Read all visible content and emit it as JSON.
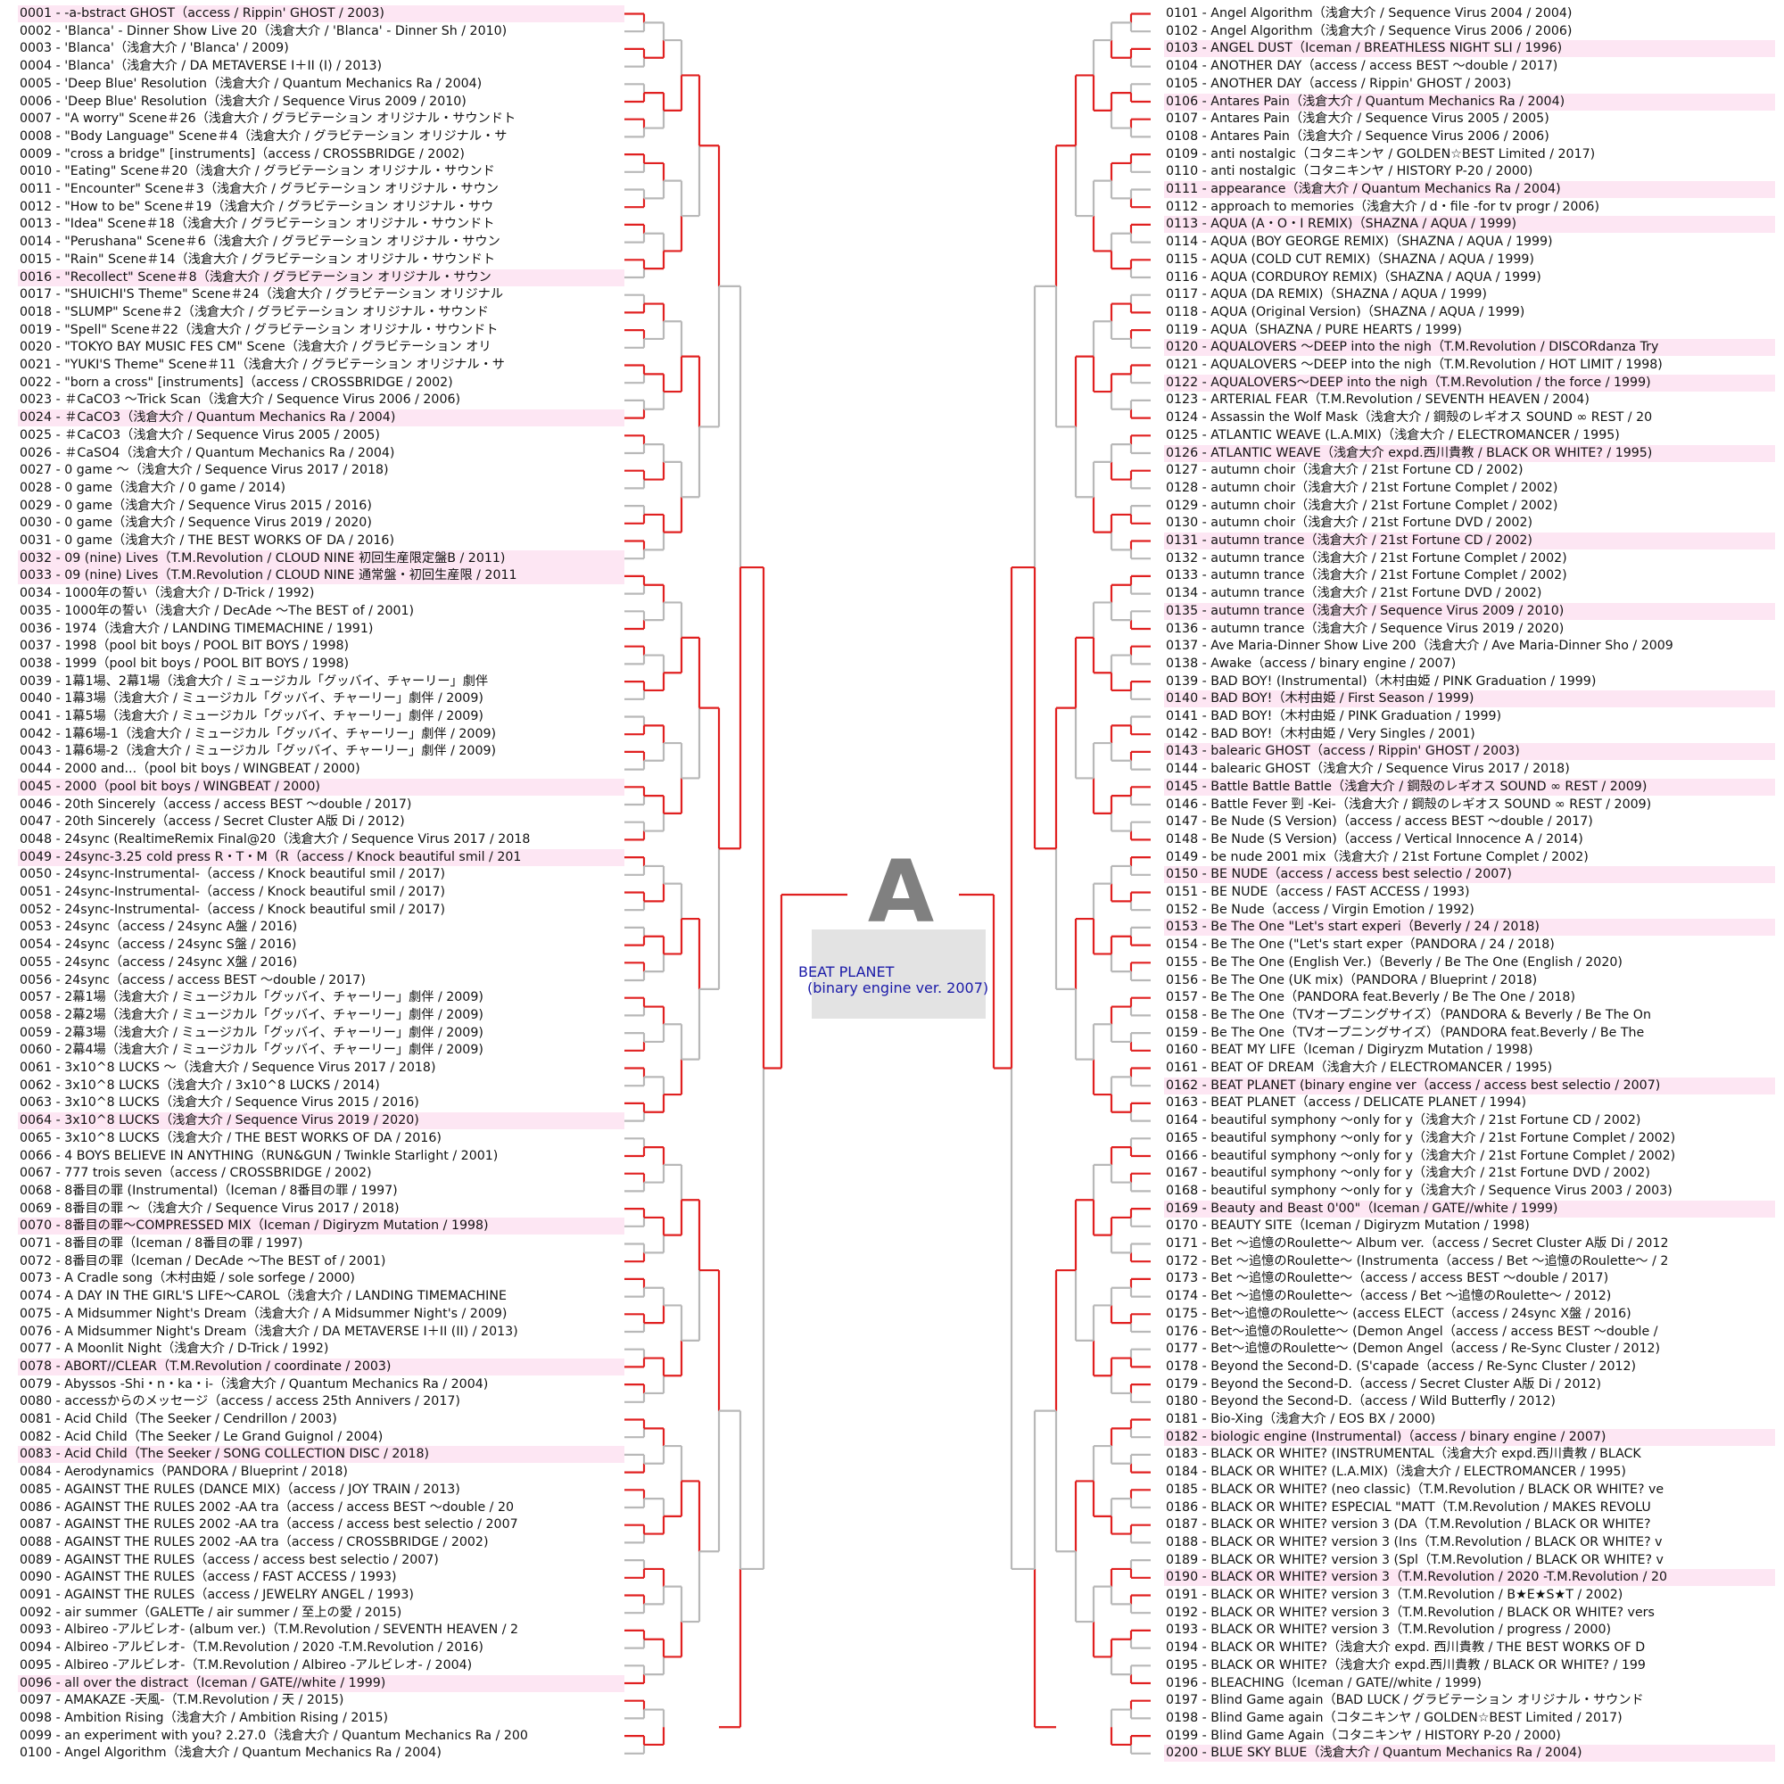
{
  "bracket_letter": "A",
  "champion": {
    "title": "BEAT PLANET",
    "subtitle": "(binary engine ver. 2007)"
  },
  "colors": {
    "winner_line": "#e02020",
    "loser_line": "#b8b8b8",
    "winner_highlight": "#fde6f3",
    "champion_text": "#1a1aa8"
  },
  "left_entries": [
    "0001 - -a-bstract GHOST（access / Rippin' GHOST / 2003)",
    "0002 - 'Blanca' - Dinner Show Live 20（浅倉大介 / 'Blanca' - Dinner Sh / 2010)",
    "0003 - 'Blanca'（浅倉大介 / 'Blanca' / 2009)",
    "0004 - 'Blanca'（浅倉大介 / DA METAVERSE I＋II (I) / 2013)",
    "0005 - 'Deep Blue' Resolution（浅倉大介 / Quantum Mechanics Ra / 2004)",
    "0006 - 'Deep Blue' Resolution（浅倉大介 / Sequence Virus 2009 / 2010)",
    "0007 - \"A worry\" Scene＃26（浅倉大介 / グラビテーション オリジナル・サウンドト",
    "0008 - \"Body Language\" Scene＃4（浅倉大介 / グラビテーション オリジナル・サ",
    "0009 - \"cross a bridge\" [instruments]（access / CROSSBRIDGE / 2002)",
    "0010 - \"Eating\" Scene＃20（浅倉大介 / グラビテーション オリジナル・サウンド",
    "0011 - \"Encounter\" Scene＃3（浅倉大介 / グラビテーション オリジナル・サウン",
    "0012 - \"How to be\" Scene＃19（浅倉大介 / グラビテーション オリジナル・サウ",
    "0013 - \"Idea\" Scene＃18（浅倉大介 / グラビテーション オリジナル・サウンドト",
    "0014 - \"Perushana\" Scene＃6（浅倉大介 / グラビテーション オリジナル・サウン",
    "0015 - \"Rain\" Scene＃14（浅倉大介 / グラビテーション オリジナル・サウンドト",
    "0016 - \"Recollect\" Scene＃8（浅倉大介 / グラビテーション オリジナル・サウン",
    "0017 - \"SHUICHI'S Theme\" Scene＃24（浅倉大介 / グラビテーション オリジナル",
    "0018 - \"SLUMP\" Scene＃2（浅倉大介 / グラビテーション オリジナル・サウンド",
    "0019 - \"Spell\" Scene＃22（浅倉大介 / グラビテーション オリジナル・サウンドト",
    "0020 - \"TOKYO BAY MUSIC FES CM\" Scene（浅倉大介 / グラビテーション オリ",
    "0021 - \"YUKI'S Theme\" Scene＃11（浅倉大介 / グラビテーション オリジナル・サ",
    "0022 - \"born a cross\" [instruments]（access / CROSSBRIDGE / 2002)",
    "0023 - ＃CaCO3 〜Trick Scan（浅倉大介 / Sequence Virus 2006 / 2006)",
    "0024 - ＃CaCO3（浅倉大介 / Quantum Mechanics Ra / 2004)",
    "0025 - ＃CaCO3（浅倉大介 / Sequence Virus 2005 / 2005)",
    "0026 - ＃CaSO4（浅倉大介 / Quantum Mechanics Ra / 2004)",
    "0027 - 0 game 〜（浅倉大介 / Sequence Virus 2017 / 2018)",
    "0028 - 0 game（浅倉大介 / 0 game / 2014)",
    "0029 - 0 game（浅倉大介 / Sequence Virus 2015 / 2016)",
    "0030 - 0 game（浅倉大介 / Sequence Virus 2019 / 2020)",
    "0031 - 0 game（浅倉大介 / THE BEST WORKS OF DA / 2016)",
    "0032 - 09 (nine) Lives（T.M.Revolution / CLOUD NINE 初回生産限定盤B / 2011)",
    "0033 - 09 (nine) Lives（T.M.Revolution / CLOUD NINE 通常盤・初回生産限 / 2011",
    "0034 - 1000年の誓い（浅倉大介 / D-Trick / 1992)",
    "0035 - 1000年の誓い（浅倉大介 / DecAde 〜The BEST of / 2001)",
    "0036 - 1974（浅倉大介 / LANDING TIMEMACHINE / 1991)",
    "0037 - 1998（pool bit boys / POOL BIT BOYS / 1998)",
    "0038 - 1999（pool bit boys / POOL BIT BOYS / 1998)",
    "0039 - 1幕1場、2幕1場（浅倉大介 / ミュージカル「グッバイ、チャーリー」劇伴",
    "0040 - 1幕3場（浅倉大介 / ミュージカル「グッバイ、チャーリー」劇伴 / 2009)",
    "0041 - 1幕5場（浅倉大介 / ミュージカル「グッバイ、チャーリー」劇伴 / 2009)",
    "0042 - 1幕6場-1（浅倉大介 / ミュージカル「グッバイ、チャーリー」劇伴 / 2009)",
    "0043 - 1幕6場-2（浅倉大介 / ミュージカル「グッバイ、チャーリー」劇伴 / 2009)",
    "0044 - 2000 and...（pool bit boys / WINGBEAT / 2000)",
    "0045 - 2000（pool bit boys / WINGBEAT / 2000)",
    "0046 - 20th Sincerely（access / access BEST 〜double / 2017)",
    "0047 - 20th Sincerely（access / Secret Cluster A版 Di / 2012)",
    "0048 - 24sync (RealtimeRemix Final@20（浅倉大介 / Sequence Virus 2017 / 2018",
    "0049 - 24sync-3.25 cold press R・T・M（R（access / Knock beautiful smil / 201",
    "0050 - 24sync-Instrumental-（access / Knock beautiful smil / 2017)",
    "0051 - 24sync-Instrumental-（access / Knock beautiful smil / 2017)",
    "0052 - 24sync-Instrumental-（access / Knock beautiful smil / 2017)",
    "0053 - 24sync（access / 24sync A盤 / 2016)",
    "0054 - 24sync（access / 24sync S盤 / 2016)",
    "0055 - 24sync（access / 24sync X盤 / 2016)",
    "0056 - 24sync（access / access BEST 〜double / 2017)",
    "0057 - 2幕1場（浅倉大介 / ミュージカル「グッバイ、チャーリー」劇伴 / 2009)",
    "0058 - 2幕2場（浅倉大介 / ミュージカル「グッバイ、チャーリー」劇伴 / 2009)",
    "0059 - 2幕3場（浅倉大介 / ミュージカル「グッバイ、チャーリー」劇伴 / 2009)",
    "0060 - 2幕4場（浅倉大介 / ミュージカル「グッバイ、チャーリー」劇伴 / 2009)",
    "0061 - 3x10^8 LUCKS 〜（浅倉大介 / Sequence Virus 2017 / 2018)",
    "0062 - 3x10^8 LUCKS（浅倉大介 / 3x10^8 LUCKS / 2014)",
    "0063 - 3x10^8 LUCKS（浅倉大介 / Sequence Virus 2015 / 2016)",
    "0064 - 3x10^8 LUCKS（浅倉大介 / Sequence Virus 2019 / 2020)",
    "0065 - 3x10^8 LUCKS（浅倉大介 / THE BEST WORKS OF DA / 2016)",
    "0066 - 4 BOYS BELIEVE IN ANYTHING（RUN&GUN / Twinkle Starlight / 2001)",
    "0067 - 777 trois seven（access / CROSSBRIDGE / 2002)",
    "0068 - 8番目の罪 (Instrumental)（Iceman / 8番目の罪 / 1997)",
    "0069 - 8番目の罪 〜（浅倉大介 / Sequence Virus 2017 / 2018)",
    "0070 - 8番目の罪〜COMPRESSED MIX（Iceman / Digiryzm Mutation / 1998)",
    "0071 - 8番目の罪（Iceman / 8番目の罪 / 1997)",
    "0072 - 8番目の罪（Iceman / DecAde 〜The BEST of / 2001)",
    "0073 - A Cradle song（木村由姫 / sole sorfege / 2000)",
    "0074 - A DAY IN THE GIRL'S LIFE〜CAROL（浅倉大介 / LANDING TIMEMACHINE",
    "0075 - A Midsummer Night's Dream（浅倉大介 / A Midsummer Night's / 2009)",
    "0076 - A Midsummer Night's Dream（浅倉大介 / DA METAVERSE I＋II (II) / 2013)",
    "0077 - A Moonlit Night（浅倉大介 / D-Trick / 1992)",
    "0078 - ABORT//CLEAR（T.M.Revolution / coordinate / 2003)",
    "0079 - Abyssos -Shi・n・ka・i-（浅倉大介 / Quantum Mechanics Ra / 2004)",
    "0080 - accessからのメッセージ（access / access 25th Annivers / 2017)",
    "0081 - Acid Child（The Seeker / Cendrillon / 2003)",
    "0082 - Acid Child（The Seeker / Le Grand Guignol / 2004)",
    "0083 - Acid Child（The Seeker / SONG COLLECTION DISC / 2018)",
    "0084 - Aerodynamics（PANDORA / Blueprint / 2018)",
    "0085 - AGAINST THE RULES (DANCE MIX)（access / JOY TRAIN / 2013)",
    "0086 - AGAINST THE RULES 2002 -AA tra（access / access BEST 〜double / 20",
    "0087 - AGAINST THE RULES 2002 -AA tra（access / access best selectio / 2007",
    "0088 - AGAINST THE RULES 2002 -AA tra（access / CROSSBRIDGE / 2002)",
    "0089 - AGAINST THE RULES（access / access best selectio / 2007)",
    "0090 - AGAINST THE RULES（access / FAST ACCESS / 1993)",
    "0091 - AGAINST THE RULES（access / JEWELRY ANGEL / 1993)",
    "0092 - air summer（GALETTe / air summer / 至上の愛 / 2015)",
    "0093 - Albireo -アルビレオ- (album ver.)（T.M.Revolution / SEVENTH HEAVEN / 2",
    "0094 - Albireo -アルビレオ-（T.M.Revolution / 2020 -T.M.Revolution / 2016)",
    "0095 - Albireo -アルビレオ-（T.M.Revolution / Albireo -アルビレオ- / 2004)",
    "0096 - all over the distract（Iceman / GATE//white / 1999)",
    "0097 - AMAKAZE -天風-（T.M.Revolution / 天 / 2015)",
    "0098 - Ambition Rising（浅倉大介 / Ambition Rising / 2015)",
    "0099 - an experiment with you? 2.27.0（浅倉大介 / Quantum Mechanics Ra / 200",
    "0100 - Angel Algorithm（浅倉大介 / Quantum Mechanics Ra / 2004)"
  ],
  "right_entries": [
    "0101 - Angel Algorithm（浅倉大介 / Sequence Virus 2004 / 2004)",
    "0102 - Angel Algorithm（浅倉大介 / Sequence Virus 2006 / 2006)",
    "0103 - ANGEL DUST（Iceman / BREATHLESS NIGHT SLI / 1996)",
    "0104 - ANOTHER DAY（access / access BEST 〜double / 2017)",
    "0105 - ANOTHER DAY（access / Rippin' GHOST / 2003)",
    "0106 - Antares Pain（浅倉大介 / Quantum Mechanics Ra / 2004)",
    "0107 - Antares Pain（浅倉大介 / Sequence Virus 2005 / 2005)",
    "0108 - Antares Pain（浅倉大介 / Sequence Virus 2006 / 2006)",
    "0109 - anti nostalgic（コタニキンヤ / GOLDEN☆BEST Limited / 2017)",
    "0110 - anti nostalgic（コタニキンヤ / HISTORY P-20 / 2000)",
    "0111 - appearance（浅倉大介 / Quantum Mechanics Ra / 2004)",
    "0112 - approach to memories（浅倉大介 / d・file -for tv progr / 2006)",
    "0113 - AQUA (A・O・I REMIX)（SHAZNA / AQUA / 1999)",
    "0114 - AQUA (BOY GEORGE REMIX)（SHAZNA / AQUA / 1999)",
    "0115 - AQUA (COLD CUT REMIX)（SHAZNA / AQUA / 1999)",
    "0116 - AQUA (CORDUROY REMIX)（SHAZNA / AQUA / 1999)",
    "0117 - AQUA (DA REMIX)（SHAZNA / AQUA / 1999)",
    "0118 - AQUA (Original Version)（SHAZNA / AQUA / 1999)",
    "0119 - AQUA（SHAZNA / PURE HEARTS / 1999)",
    "0120 - AQUALOVERS 〜DEEP into the nigh（T.M.Revolution / DISCORdanza Try",
    "0121 - AQUALOVERS 〜DEEP into the nigh（T.M.Revolution / HOT LIMIT / 1998)",
    "0122 - AQUALOVERS〜DEEP into the nigh（T.M.Revolution / the force / 1999)",
    "0123 - ARTERIAL FEAR（T.M.Revolution / SEVENTH HEAVEN / 2004)",
    "0124 - Assassin the Wolf Mask（浅倉大介 / 鋼殻のレギオス SOUND ∞ REST / 20",
    "0125 - ATLANTIC WEAVE (L.A.MIX)（浅倉大介 / ELECTROMANCER / 1995)",
    "0126 - ATLANTIC WEAVE（浅倉大介 expd.西川貴教 / BLACK OR WHITE? / 1995)",
    "0127 - autumn choir（浅倉大介 / 21st Fortune CD / 2002)",
    "0128 - autumn choir（浅倉大介 / 21st Fortune Complet / 2002)",
    "0129 - autumn choir（浅倉大介 / 21st Fortune Complet / 2002)",
    "0130 - autumn choir（浅倉大介 / 21st Fortune DVD / 2002)",
    "0131 - autumn trance（浅倉大介 / 21st Fortune CD / 2002)",
    "0132 - autumn trance（浅倉大介 / 21st Fortune Complet / 2002)",
    "0133 - autumn trance（浅倉大介 / 21st Fortune Complet / 2002)",
    "0134 - autumn trance（浅倉大介 / 21st Fortune DVD / 2002)",
    "0135 - autumn trance（浅倉大介 / Sequence Virus 2009 / 2010)",
    "0136 - autumn trance（浅倉大介 / Sequence Virus 2019 / 2020)",
    "0137 - Ave Maria-Dinner Show Live 200（浅倉大介 / Ave Maria-Dinner Sho / 2009",
    "0138 - Awake（access / binary engine / 2007)",
    "0139 - BAD BOY! (Instrumental)（木村由姫 / PINK Graduation / 1999)",
    "0140 - BAD BOY!（木村由姫 / First Season / 1999)",
    "0141 - BAD BOY!（木村由姫 / PINK Graduation / 1999)",
    "0142 - BAD BOY!（木村由姫 / Very Singles / 2001)",
    "0143 - balearic GHOST（access / Rippin' GHOST / 2003)",
    "0144 - balearic GHOST（浅倉大介 / Sequence Virus 2017 / 2018)",
    "0145 - Battle Battle Battle（浅倉大介 / 鋼殻のレギオス SOUND ∞ REST / 2009)",
    "0146 - Battle Fever 剄 -Kei-（浅倉大介 / 鋼殻のレギオス SOUND ∞ REST / 2009)",
    "0147 - Be Nude (S Version)（access / access BEST 〜double / 2017)",
    "0148 - Be Nude (S Version)（access / Vertical Innocence A / 2014)",
    "0149 - be nude 2001 mix（浅倉大介 / 21st Fortune Complet / 2002)",
    "0150 - BE NUDE（access / access best selectio / 2007)",
    "0151 - BE NUDE（access / FAST ACCESS / 1993)",
    "0152 - Be Nude（access / Virgin Emotion / 1992)",
    "0153 - Be The One \"Let's start experi（Beverly / 24 / 2018)",
    "0154 - Be The One (\"Let's start exper（PANDORA / 24 / 2018)",
    "0155 - Be The One (English Ver.)（Beverly / Be The One (English / 2020)",
    "0156 - Be The One (UK mix)（PANDORA / Blueprint / 2018)",
    "0157 - Be The One（PANDORA feat.Beverly / Be The One / 2018)",
    "0158 - Be The One（TVオープニングサイズ）（PANDORA & Beverly / Be The On",
    "0159 - Be The One（TVオープニングサイズ）（PANDORA feat.Beverly / Be The",
    "0160 - BEAT MY LIFE（Iceman / Digiryzm Mutation / 1998)",
    "0161 - BEAT OF DREAM（浅倉大介 / ELECTROMANCER / 1995)",
    "0162 - BEAT PLANET (binary engine ver（access / access best selectio / 2007)",
    "0163 - BEAT PLANET（access / DELICATE PLANET / 1994)",
    "0164 - beautiful symphony 〜only for y（浅倉大介 / 21st Fortune CD / 2002)",
    "0165 - beautiful symphony 〜only for y（浅倉大介 / 21st Fortune Complet / 2002)",
    "0166 - beautiful symphony 〜only for y（浅倉大介 / 21st Fortune Complet / 2002)",
    "0167 - beautiful symphony 〜only for y（浅倉大介 / 21st Fortune DVD / 2002)",
    "0168 - beautiful symphony 〜only for y（浅倉大介 / Sequence Virus 2003 / 2003)",
    "0169 - Beauty and Beast 0'00\"（Iceman / GATE//white / 1999)",
    "0170 - BEAUTY SITE（Iceman / Digiryzm Mutation / 1998)",
    "0171 - Bet 〜追憶のRoulette〜 Album ver.（access / Secret Cluster A版 Di / 2012",
    "0172 - Bet 〜追憶のRoulette〜 (Instrumenta（access / Bet 〜追憶のRoulette〜 / 2",
    "0173 - Bet 〜追憶のRoulette〜（access / access BEST 〜double / 2017)",
    "0174 - Bet 〜追憶のRoulette〜（access / Bet 〜追憶のRoulette〜 / 2012)",
    "0175 - Bet〜追憶のRoulette〜 (access ELECT（access / 24sync X盤 / 2016)",
    "0176 - Bet〜追憶のRoulette〜 (Demon Angel（access / access BEST 〜double /",
    "0177 - Bet〜追憶のRoulette〜 (Demon Angel（access / Re-Sync Cluster / 2012)",
    "0178 - Beyond the Second-D. (S'capade（access / Re-Sync Cluster / 2012)",
    "0179 - Beyond the Second-D.（access / Secret Cluster A版 Di / 2012)",
    "0180 - Beyond the Second-D.（access / Wild Butterfly / 2012)",
    "0181 - Bio-Xing（浅倉大介 / EOS BX / 2000)",
    "0182 - biologic engine (Instrumental)（access / binary engine / 2007)",
    "0183 - BLACK OR WHITE? (INSTRUMENTAL（浅倉大介 expd.西川貴教 / BLACK",
    "0184 - BLACK OR WHITE? (L.A.MIX)（浅倉大介 / ELECTROMANCER / 1995)",
    "0185 - BLACK OR WHITE? (neo classic)（T.M.Revolution / BLACK OR WHITE? ve",
    "0186 - BLACK OR WHITE? ESPECIAL \"MATT（T.M.Revolution / MAKES REVOLU",
    "0187 - BLACK OR WHITE? version 3 (DA（T.M.Revolution / BLACK OR WHITE?",
    "0188 - BLACK OR WHITE? version 3 (Ins（T.M.Revolution / BLACK OR WHITE? v",
    "0189 - BLACK OR WHITE? version 3 (Spl（T.M.Revolution / BLACK OR WHITE? v",
    "0190 - BLACK OR WHITE? version 3（T.M.Revolution / 2020 -T.M.Revolution / 20",
    "0191 - BLACK OR WHITE? version 3（T.M.Revolution / B★E★S★T / 2002)",
    "0192 - BLACK OR WHITE? version 3（T.M.Revolution / BLACK OR WHITE? vers",
    "0193 - BLACK OR WHITE? version 3（T.M.Revolution / progress / 2000)",
    "0194 - BLACK OR WHITE?（浅倉大介 expd. 西川貴教 / THE BEST WORKS OF D",
    "0195 - BLACK OR WHITE?（浅倉大介 expd.西川貴教 / BLACK OR WHITE? / 199",
    "0196 - BLEACHING（Iceman / GATE//white / 1999)",
    "0197 - Blind Game again（BAD LUCK / グラビテーション オリジナル・サウンド",
    "0198 - Blind Game again（コタニキンヤ / GOLDEN☆BEST Limited / 2017)",
    "0199 - Blind Game Again（コタニキンヤ / HISTORY P-20 / 2000)",
    "0200 - BLUE SKY BLUE（浅倉大介 / Quantum Mechanics Ra / 2004)"
  ]
}
